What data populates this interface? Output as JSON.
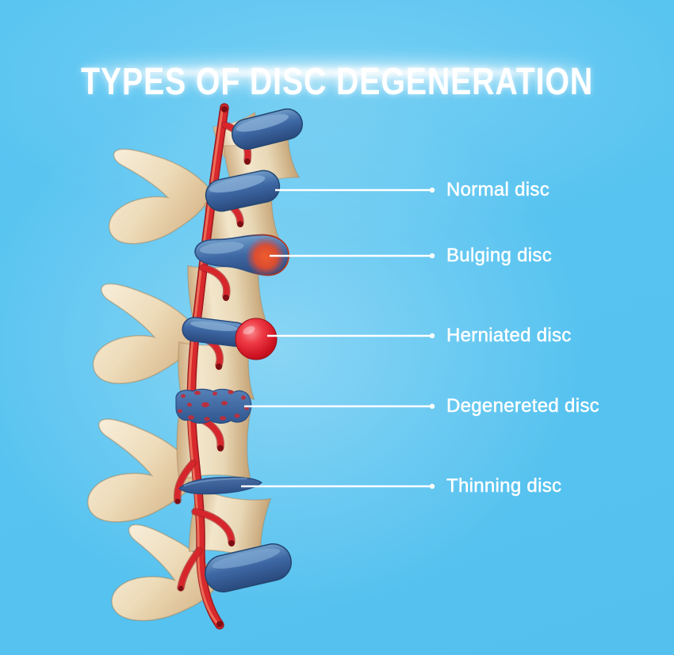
{
  "title": "TYPES OF DISC DEGENERATION",
  "diagram": {
    "labels": [
      {
        "text": "Normal disc"
      },
      {
        "text": "Bulging disc"
      },
      {
        "text": "Herniated disc"
      },
      {
        "text": "Degenereted disc"
      },
      {
        "text": "Thinning disc"
      }
    ],
    "colors": {
      "background": "#57c3f0",
      "title_text": "#ffffff",
      "label_text": "#ffffff",
      "leader_line": "#ffffff",
      "bone": "#eedcba",
      "disc_blue": "#3e68a4",
      "disc_blue_dark": "#29497d",
      "disc_blue_light": "#6f9cc9",
      "bulge_orange_red": "#e8502c",
      "herniation_red": "#e3212e",
      "degeneration_spot_red": "#c22c38",
      "nerve_red": "#d6262c"
    }
  }
}
